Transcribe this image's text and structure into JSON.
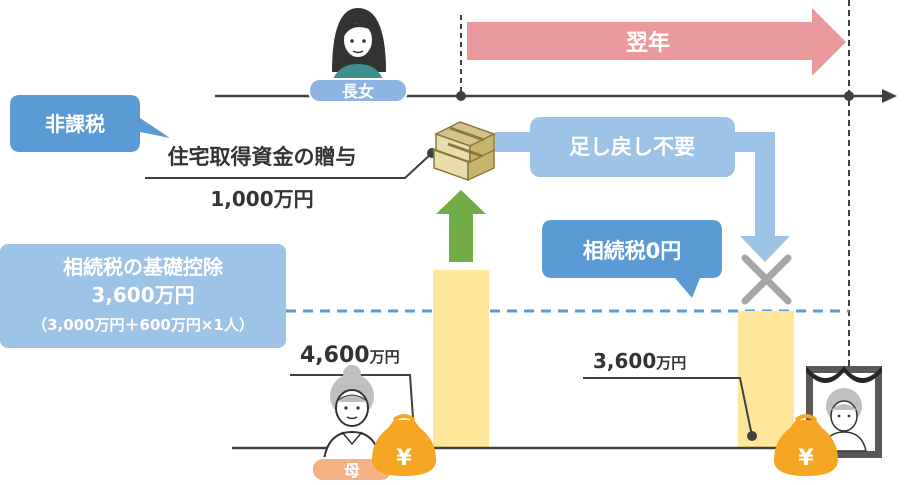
{
  "labels": {
    "next_year": "翌年",
    "eldest_daughter": "長女",
    "mother": "母",
    "tax_exempt": "非課税",
    "gift_title": "住宅取得資金の贈与",
    "gift_amount": "1,000万円",
    "no_addback": "足し戻し不要",
    "inheritance_tax": "相続税0円",
    "basic_deduction_title": "相続税の基礎控除",
    "basic_deduction_amount": "3,600万円",
    "basic_deduction_formula": "（3,000万円＋600万円×1人）",
    "before_num": "4,600",
    "before_unit": "万円",
    "after_num": "3,600",
    "after_unit": "万円",
    "yen_symbol": "¥"
  },
  "colors": {
    "next_year_arrow": "#ea9a9c",
    "tax_box_dark": "#5b9bd5",
    "tax_box_light": "#9dc3e6",
    "bar_fill": "#ffe699",
    "green_arrow": "#70ad47",
    "dashed_line": "#5b9bd5",
    "money_bag": "#f5a623",
    "name_tag_daughter": "#8db4e2",
    "name_tag_mother": "#f4b183"
  },
  "icons": [
    "woman-avatar-icon",
    "elderly-woman-avatar-icon",
    "money-bag-icon",
    "cash-stack-icon",
    "memorial-portrait-icon",
    "cross-mark-icon"
  ]
}
